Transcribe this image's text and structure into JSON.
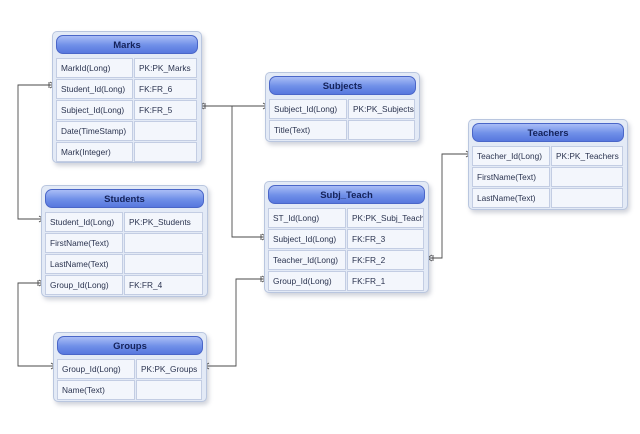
{
  "tables": [
    {
      "id": "marks",
      "name": "Marks",
      "rows": [
        [
          "MarkId(Long)",
          "PK:PK_Marks"
        ],
        [
          "Student_Id(Long)",
          "FK:FR_6"
        ],
        [
          "Subject_Id(Long)",
          "FK:FR_5"
        ],
        [
          "Date(TimeStamp)",
          ""
        ],
        [
          "Mark(Integer)",
          ""
        ]
      ]
    },
    {
      "id": "subjects",
      "name": "Subjects",
      "rows": [
        [
          "Subject_Id(Long)",
          "PK:PK_Subjects"
        ],
        [
          "Title(Text)",
          ""
        ]
      ]
    },
    {
      "id": "teachers",
      "name": "Teachers",
      "rows": [
        [
          "Teacher_Id(Long)",
          "PK:PK_Teachers"
        ],
        [
          "FirstName(Text)",
          ""
        ],
        [
          "LastName(Text)",
          ""
        ]
      ]
    },
    {
      "id": "students",
      "name": "Students",
      "rows": [
        [
          "Student_Id(Long)",
          "PK:PK_Students"
        ],
        [
          "FirstName(Text)",
          ""
        ],
        [
          "LastName(Text)",
          ""
        ],
        [
          "Group_Id(Long)",
          "FK:FR_4"
        ]
      ]
    },
    {
      "id": "subj_teach",
      "name": "Subj_Teach",
      "rows": [
        [
          "ST_Id(Long)",
          "PK:PK_Subj_Teach"
        ],
        [
          "Subject_Id(Long)",
          "FK:FR_3"
        ],
        [
          "Teacher_Id(Long)",
          "FK:FR_2"
        ],
        [
          "Group_Id(Long)",
          "FK:FR_1"
        ]
      ]
    },
    {
      "id": "groups",
      "name": "Groups",
      "rows": [
        [
          "Group_Id(Long)",
          "PK:PK_Groups"
        ],
        [
          "Name(Text)",
          ""
        ]
      ]
    }
  ],
  "relations": [
    {
      "name": "FR_6",
      "from": "marks.Student_Id",
      "to": "students.Student_Id"
    },
    {
      "name": "FR_5",
      "from": "marks.Subject_Id",
      "to": "subjects.Subject_Id"
    },
    {
      "name": "FR_3",
      "from": "subj_teach.Subject_Id",
      "to": "subjects.Subject_Id"
    },
    {
      "name": "FR_2",
      "from": "subj_teach.Teacher_Id",
      "to": "teachers.Teacher_Id"
    },
    {
      "name": "FR_1",
      "from": "subj_teach.Group_Id",
      "to": "groups.Group_Id"
    },
    {
      "name": "FR_4",
      "from": "students.Group_Id",
      "to": "groups.Group_Id"
    }
  ],
  "colors": {
    "header": "#6f8fe8",
    "table_bg": "#e3eaf6",
    "connector": "#4a4a4a"
  }
}
